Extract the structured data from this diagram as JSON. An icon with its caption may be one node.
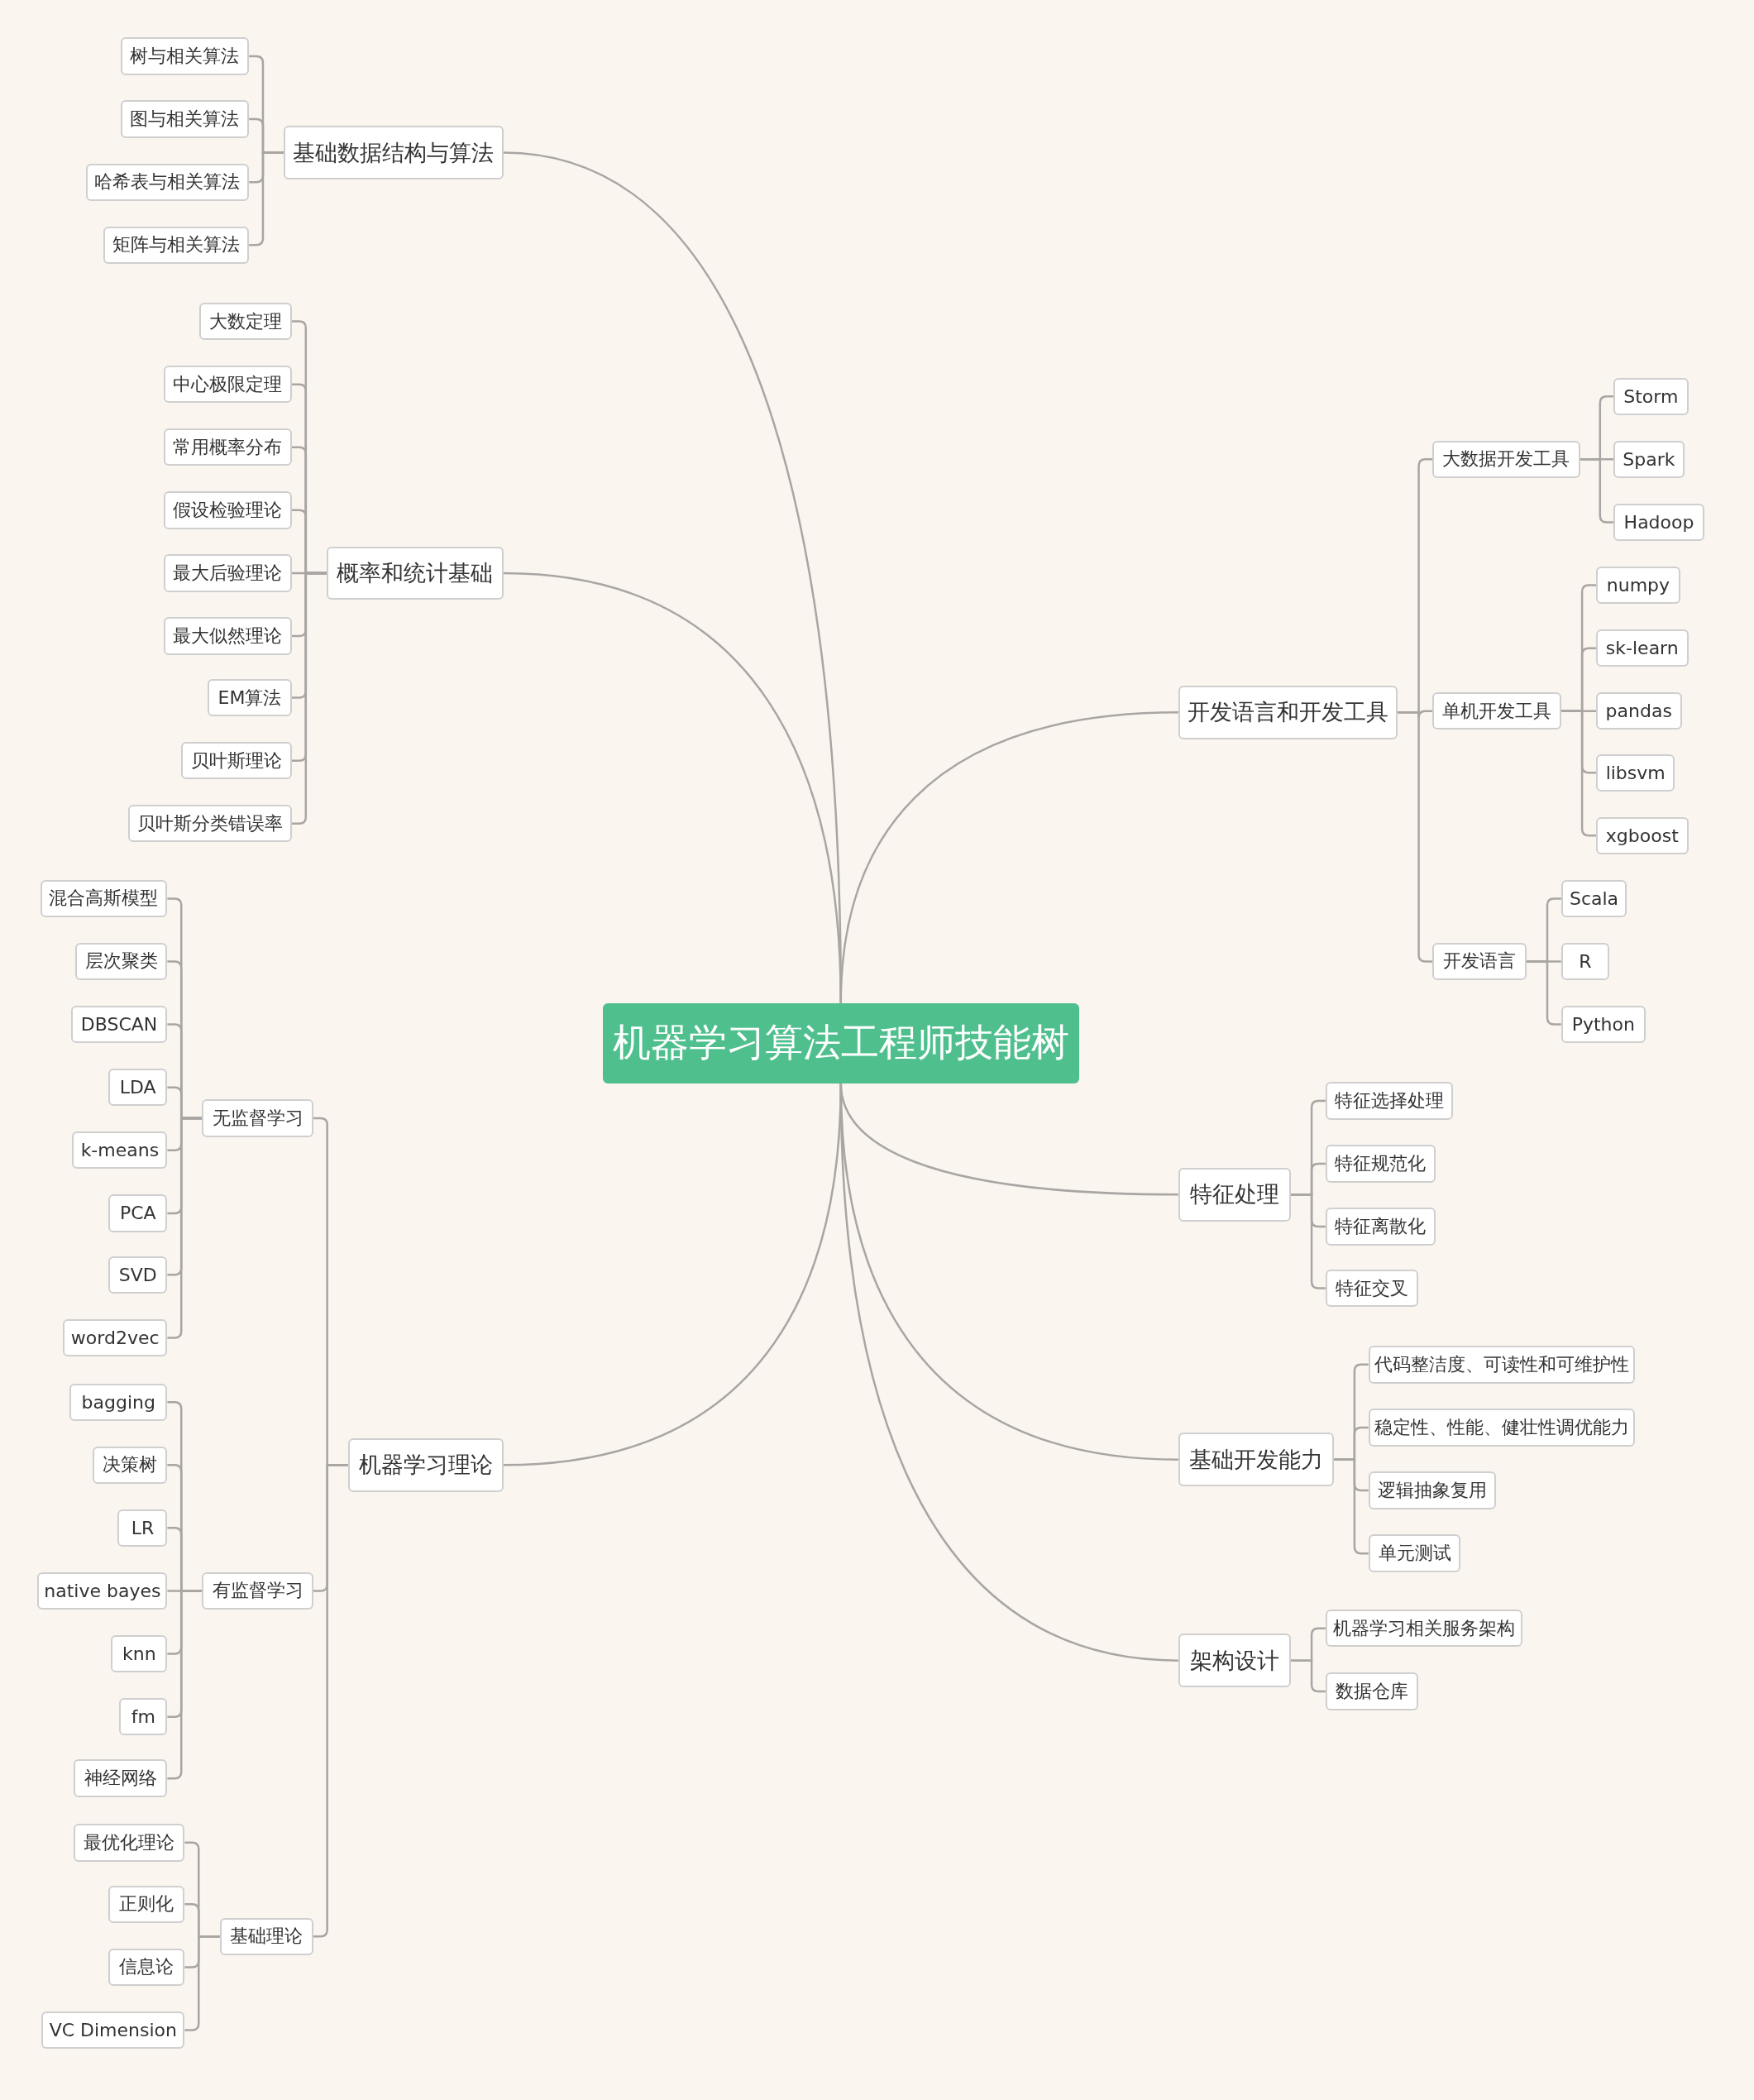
{
  "diagram": {
    "nodes": [
      {
        "text": [
          "机器学习算法工程师技能树"
        ]
      },
      {
        "text": [
          "基础数据结构与算法"
        ]
      },
      {
        "text": [
          "树与相关算法"
        ]
      },
      {
        "text": [
          "图与相关算法"
        ]
      },
      {
        "text": [
          "哈希表与相关算法"
        ]
      },
      {
        "text": [
          "矩阵与相关算法"
        ]
      },
      {
        "text": [
          "概率和统计基础"
        ]
      },
      {
        "text": [
          "大数定理"
        ]
      },
      {
        "text": [
          "中心极限定理"
        ]
      },
      {
        "text": [
          "常用概率分布"
        ]
      },
      {
        "text": [
          "假设检验理论"
        ]
      },
      {
        "text": [
          "最大后验理论"
        ]
      },
      {
        "text": [
          "最大似然理论"
        ]
      },
      {
        "text": [
          "EM算法"
        ]
      },
      {
        "text": [
          "贝叶斯理论"
        ]
      },
      {
        "text": [
          "贝叶斯分类错误率"
        ]
      },
      {
        "text": [
          "机器学习理论"
        ]
      },
      {
        "text": [
          "无监督学习"
        ]
      },
      {
        "text": [
          "混合高斯模型"
        ]
      },
      {
        "text": [
          "层次聚类"
        ]
      },
      {
        "text": [
          "DBSCAN"
        ]
      },
      {
        "text": [
          "LDA"
        ]
      },
      {
        "text": [
          "k-means"
        ]
      },
      {
        "text": [
          "PCA"
        ]
      },
      {
        "text": [
          "SVD"
        ]
      },
      {
        "text": [
          "word2vec"
        ]
      },
      {
        "text": [
          "有监督学习"
        ]
      },
      {
        "text": [
          "bagging"
        ]
      },
      {
        "text": [
          "决策树"
        ]
      },
      {
        "text": [
          "LR"
        ]
      },
      {
        "text": [
          "native bayes"
        ]
      },
      {
        "text": [
          "knn"
        ]
      },
      {
        "text": [
          "fm"
        ]
      },
      {
        "text": [
          "神经网络"
        ]
      },
      {
        "text": [
          "基础理论"
        ]
      },
      {
        "text": [
          "最优化理论"
        ]
      },
      {
        "text": [
          "正则化"
        ]
      },
      {
        "text": [
          "信息论"
        ]
      },
      {
        "text": [
          "VC Dimension"
        ]
      },
      {
        "text": [
          "开发语言和开发工具"
        ]
      },
      {
        "text": [
          "大数据开发工具"
        ]
      },
      {
        "text": [
          "Storm"
        ]
      },
      {
        "text": [
          "Spark"
        ]
      },
      {
        "text": [
          "Hadoop"
        ]
      },
      {
        "text": [
          "单机开发工具"
        ]
      },
      {
        "text": [
          "numpy"
        ]
      },
      {
        "text": [
          "sk-learn"
        ]
      },
      {
        "text": [
          "pandas"
        ]
      },
      {
        "text": [
          "libsvm"
        ]
      },
      {
        "text": [
          "xgboost"
        ]
      },
      {
        "text": [
          "开发语言"
        ]
      },
      {
        "text": [
          "Scala"
        ]
      },
      {
        "text": [
          "R"
        ]
      },
      {
        "text": [
          "Python"
        ]
      },
      {
        "text": [
          "特征处理"
        ]
      },
      {
        "text": [
          "特征选择处理"
        ]
      },
      {
        "text": [
          "特征规范化"
        ]
      },
      {
        "text": [
          "特征离散化"
        ]
      },
      {
        "text": [
          "特征交叉"
        ]
      },
      {
        "text": [
          "基础开发能力"
        ]
      },
      {
        "text": [
          "代码整洁度、可读性和可维护性"
        ]
      },
      {
        "text": [
          "稳定性、性能、健壮性调优能力"
        ]
      },
      {
        "text": [
          "逻辑抽象复用"
        ]
      },
      {
        "text": [
          "单元测试"
        ]
      },
      {
        "text": [
          "架构设计"
        ]
      },
      {
        "text": [
          "机器学习相关服务架构"
        ]
      },
      {
        "text": [
          "数据仓库"
        ]
      }
    ],
    "edges": [
      {
        "from": 0,
        "to": 1,
        "arrow": "none"
      },
      {
        "from": 1,
        "to": 2,
        "arrow": "none"
      },
      {
        "from": 1,
        "to": 3,
        "arrow": "none"
      },
      {
        "from": 1,
        "to": 4,
        "arrow": "none"
      },
      {
        "from": 1,
        "to": 5,
        "arrow": "none"
      },
      {
        "from": 0,
        "to": 6,
        "arrow": "none"
      },
      {
        "from": 6,
        "to": 7,
        "arrow": "none"
      },
      {
        "from": 6,
        "to": 8,
        "arrow": "none"
      },
      {
        "from": 6,
        "to": 9,
        "arrow": "none"
      },
      {
        "from": 6,
        "to": 10,
        "arrow": "none"
      },
      {
        "from": 6,
        "to": 11,
        "arrow": "none"
      },
      {
        "from": 6,
        "to": 12,
        "arrow": "none"
      },
      {
        "from": 6,
        "to": 13,
        "arrow": "none"
      },
      {
        "from": 6,
        "to": 14,
        "arrow": "none"
      },
      {
        "from": 6,
        "to": 15,
        "arrow": "none"
      },
      {
        "from": 0,
        "to": 16,
        "arrow": "none"
      },
      {
        "from": 16,
        "to": 17,
        "arrow": "none"
      },
      {
        "from": 17,
        "to": 18,
        "arrow": "none"
      },
      {
        "from": 17,
        "to": 19,
        "arrow": "none"
      },
      {
        "from": 17,
        "to": 20,
        "arrow": "none"
      },
      {
        "from": 17,
        "to": 21,
        "arrow": "none"
      },
      {
        "from": 17,
        "to": 22,
        "arrow": "none"
      },
      {
        "from": 17,
        "to": 23,
        "arrow": "none"
      },
      {
        "from": 17,
        "to": 24,
        "arrow": "none"
      },
      {
        "from": 17,
        "to": 25,
        "arrow": "none"
      },
      {
        "from": 16,
        "to": 26,
        "arrow": "none"
      },
      {
        "from": 26,
        "to": 27,
        "arrow": "none"
      },
      {
        "from": 26,
        "to": 28,
        "arrow": "none"
      },
      {
        "from": 26,
        "to": 29,
        "arrow": "none"
      },
      {
        "from": 26,
        "to": 30,
        "arrow": "none"
      },
      {
        "from": 26,
        "to": 31,
        "arrow": "none"
      },
      {
        "from": 26,
        "to": 32,
        "arrow": "none"
      },
      {
        "from": 26,
        "to": 33,
        "arrow": "none"
      },
      {
        "from": 16,
        "to": 34,
        "arrow": "none"
      },
      {
        "from": 34,
        "to": 35,
        "arrow": "none"
      },
      {
        "from": 34,
        "to": 36,
        "arrow": "none"
      },
      {
        "from": 34,
        "to": 37,
        "arrow": "none"
      },
      {
        "from": 34,
        "to": 38,
        "arrow": "none"
      },
      {
        "from": 0,
        "to": 39,
        "arrow": "none"
      },
      {
        "from": 39,
        "to": 40,
        "arrow": "none"
      },
      {
        "from": 40,
        "to": 41,
        "arrow": "none"
      },
      {
        "from": 40,
        "to": 42,
        "arrow": "none"
      },
      {
        "from": 40,
        "to": 43,
        "arrow": "none"
      },
      {
        "from": 39,
        "to": 44,
        "arrow": "none"
      },
      {
        "from": 44,
        "to": 45,
        "arrow": "none"
      },
      {
        "from": 44,
        "to": 46,
        "arrow": "none"
      },
      {
        "from": 44,
        "to": 47,
        "arrow": "none"
      },
      {
        "from": 44,
        "to": 48,
        "arrow": "none"
      },
      {
        "from": 44,
        "to": 49,
        "arrow": "none"
      },
      {
        "from": 39,
        "to": 50,
        "arrow": "none"
      },
      {
        "from": 50,
        "to": 51,
        "arrow": "none"
      },
      {
        "from": 50,
        "to": 52,
        "arrow": "none"
      },
      {
        "from": 50,
        "to": 53,
        "arrow": "none"
      },
      {
        "from": 0,
        "to": 54,
        "arrow": "none"
      },
      {
        "from": 54,
        "to": 55,
        "arrow": "none"
      },
      {
        "from": 54,
        "to": 56,
        "arrow": "none"
      },
      {
        "from": 54,
        "to": 57,
        "arrow": "none"
      },
      {
        "from": 54,
        "to": 58,
        "arrow": "none"
      },
      {
        "from": 0,
        "to": 59,
        "arrow": "none"
      },
      {
        "from": 59,
        "to": 60,
        "arrow": "none"
      },
      {
        "from": 59,
        "to": 61,
        "arrow": "none"
      },
      {
        "from": 59,
        "to": 62,
        "arrow": "none"
      },
      {
        "from": 59,
        "to": 63,
        "arrow": "none"
      },
      {
        "from": 0,
        "to": 64,
        "arrow": "none"
      },
      {
        "from": 64,
        "to": 65,
        "arrow": "none"
      },
      {
        "from": 64,
        "to": 66,
        "arrow": "none"
      }
    ]
  }
}
